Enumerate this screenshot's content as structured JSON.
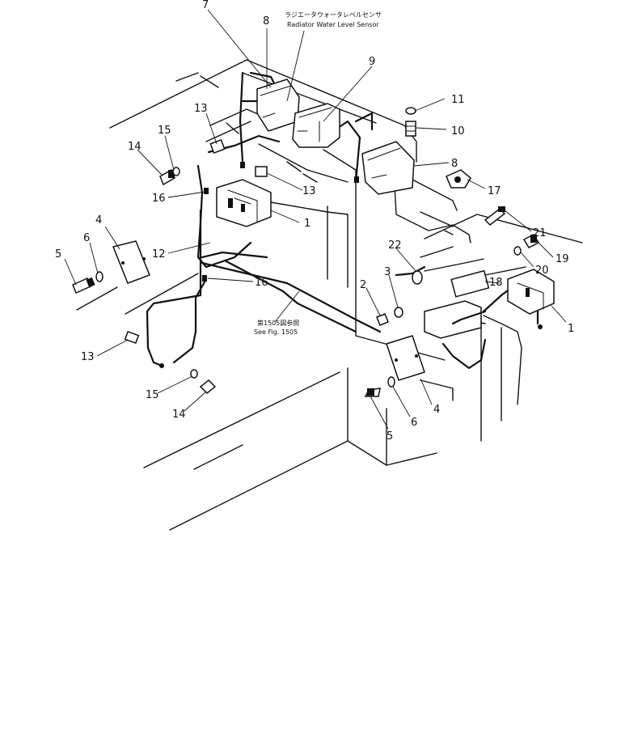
{
  "header_note": {
    "jp": "ラジエータウォータレベルセンサ",
    "en": "Radiator Water Level Sensor"
  },
  "ref_note": {
    "jp": "第1505図参照",
    "en": "See Fig. 1505"
  },
  "callouts": [
    {
      "id": "c7",
      "text": "7"
    },
    {
      "id": "c8a",
      "text": "8"
    },
    {
      "id": "c9",
      "text": "9"
    },
    {
      "id": "c11",
      "text": "11"
    },
    {
      "id": "c10",
      "text": "10"
    },
    {
      "id": "c13a",
      "text": "13"
    },
    {
      "id": "c15a",
      "text": "15"
    },
    {
      "id": "c14a",
      "text": "14"
    },
    {
      "id": "c8b",
      "text": "8"
    },
    {
      "id": "c17",
      "text": "17"
    },
    {
      "id": "c13b",
      "text": "13"
    },
    {
      "id": "c16a",
      "text": "16"
    },
    {
      "id": "c1a",
      "text": "1"
    },
    {
      "id": "c4a",
      "text": "4"
    },
    {
      "id": "c21",
      "text": "21"
    },
    {
      "id": "c6a",
      "text": "6"
    },
    {
      "id": "c5a",
      "text": "5"
    },
    {
      "id": "c12",
      "text": "12"
    },
    {
      "id": "c22",
      "text": "22"
    },
    {
      "id": "c19",
      "text": "19"
    },
    {
      "id": "c20",
      "text": "20"
    },
    {
      "id": "c16b",
      "text": "16"
    },
    {
      "id": "c3",
      "text": "3"
    },
    {
      "id": "c2",
      "text": "2"
    },
    {
      "id": "c18",
      "text": "18"
    },
    {
      "id": "c1b",
      "text": "1"
    },
    {
      "id": "c13c",
      "text": "13"
    },
    {
      "id": "c15b",
      "text": "15"
    },
    {
      "id": "c4b",
      "text": "4"
    },
    {
      "id": "c14b",
      "text": "14"
    },
    {
      "id": "c6b",
      "text": "6"
    },
    {
      "id": "c5b",
      "text": "5"
    }
  ]
}
